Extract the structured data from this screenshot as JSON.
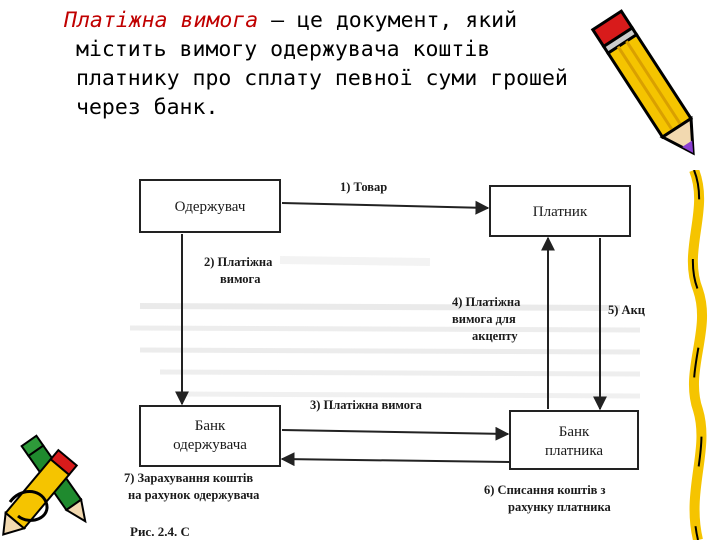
{
  "heading": {
    "term": "Платіжна вимога",
    "dash": " — ",
    "line1_rest": "це документ, який",
    "line2": "містить вимогу одержувача коштів",
    "line3": "платнику про сплату певної суми грошей",
    "line4": "через банк."
  },
  "diagram": {
    "nodes": {
      "receiver": "Одержувач",
      "payer": "Платник",
      "receiver_bank_l1": "Банк",
      "receiver_bank_l2": "одержувача",
      "payer_bank_l1": "Банк",
      "payer_bank_l2": "платника"
    },
    "edges": {
      "e1": "1) Товар",
      "e2_l1": "2) Платіжна",
      "e2_l2": "вимога",
      "e3": "3) Платіжна вимога",
      "e4_l1": "4) Платіжна",
      "e4_l2": "вимога для",
      "e4_l3": "акцепту",
      "e5": "5) Акц",
      "e6_l1": "6) Списання коштів з",
      "e6_l2": "рахунку платника",
      "e7_l1": "7) Зарахування коштів",
      "e7_l2": "на рахунок одержувача"
    },
    "figure_caption_partial": "Рис. 2.4. С"
  },
  "decor": {
    "top_pencil_icon": "pencil-icon",
    "bottom_pencils_icon": "pencils-icon",
    "pencil_colors": {
      "body": "#f5c400",
      "tip": "#8b3fd1",
      "eraser": "#d81b1b",
      "outline": "#000000"
    }
  }
}
